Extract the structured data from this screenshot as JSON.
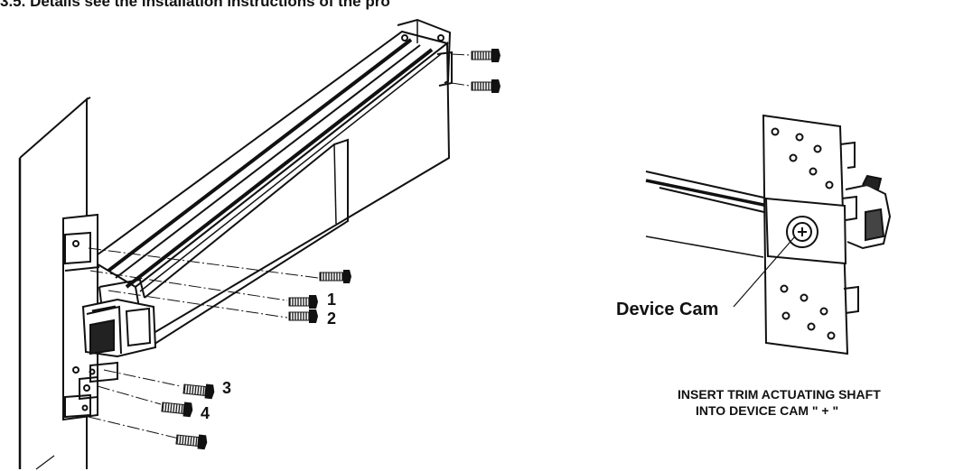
{
  "header": {
    "text": "3.5. Details see the installation instructions of the pro"
  },
  "labels": {
    "screw_1": "1",
    "screw_2": "2",
    "screw_3": "3",
    "screw_4": "4",
    "device_cam": "Device Cam",
    "instruction_line1": "INSERT TRIM ACTUATING SHAFT",
    "instruction_line2": "INTO DEVICE CAM \" + \""
  }
}
